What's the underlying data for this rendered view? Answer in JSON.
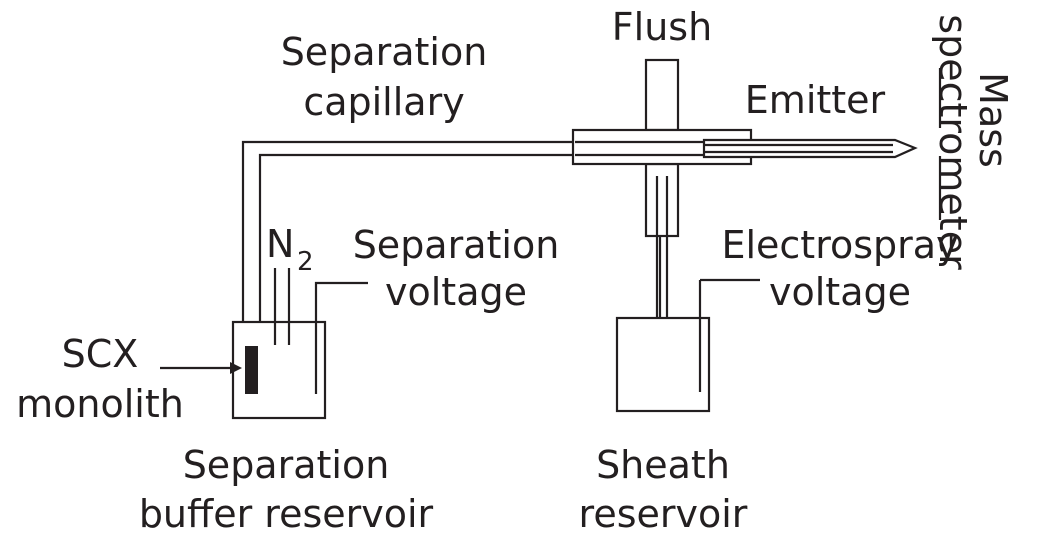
{
  "labels": {
    "flush": "Flush",
    "separation_capillary_line1": "Separation",
    "separation_capillary_line2": "capillary",
    "emitter": "Emitter",
    "mass_spectrometer_line1": "Mass",
    "mass_spectrometer_line2": "spectrometer",
    "n2_letter": "N",
    "n2_subscript": "2",
    "separation_voltage_line1": "Separation",
    "separation_voltage_line2": "voltage",
    "electrospray_voltage_line1": "Electrospray",
    "electrospray_voltage_line2": "voltage",
    "scx_monolith_line1": "SCX",
    "scx_monolith_line2": "monolith",
    "separation_buffer_reservoir_line1": "Separation",
    "separation_buffer_reservoir_line2": "buffer reservoir",
    "sheath_reservoir_line1": "Sheath",
    "sheath_reservoir_line2": "reservoir"
  },
  "colors": {
    "line": "#231f20",
    "monolith_fill": "#231f20",
    "background": "#ffffff"
  }
}
